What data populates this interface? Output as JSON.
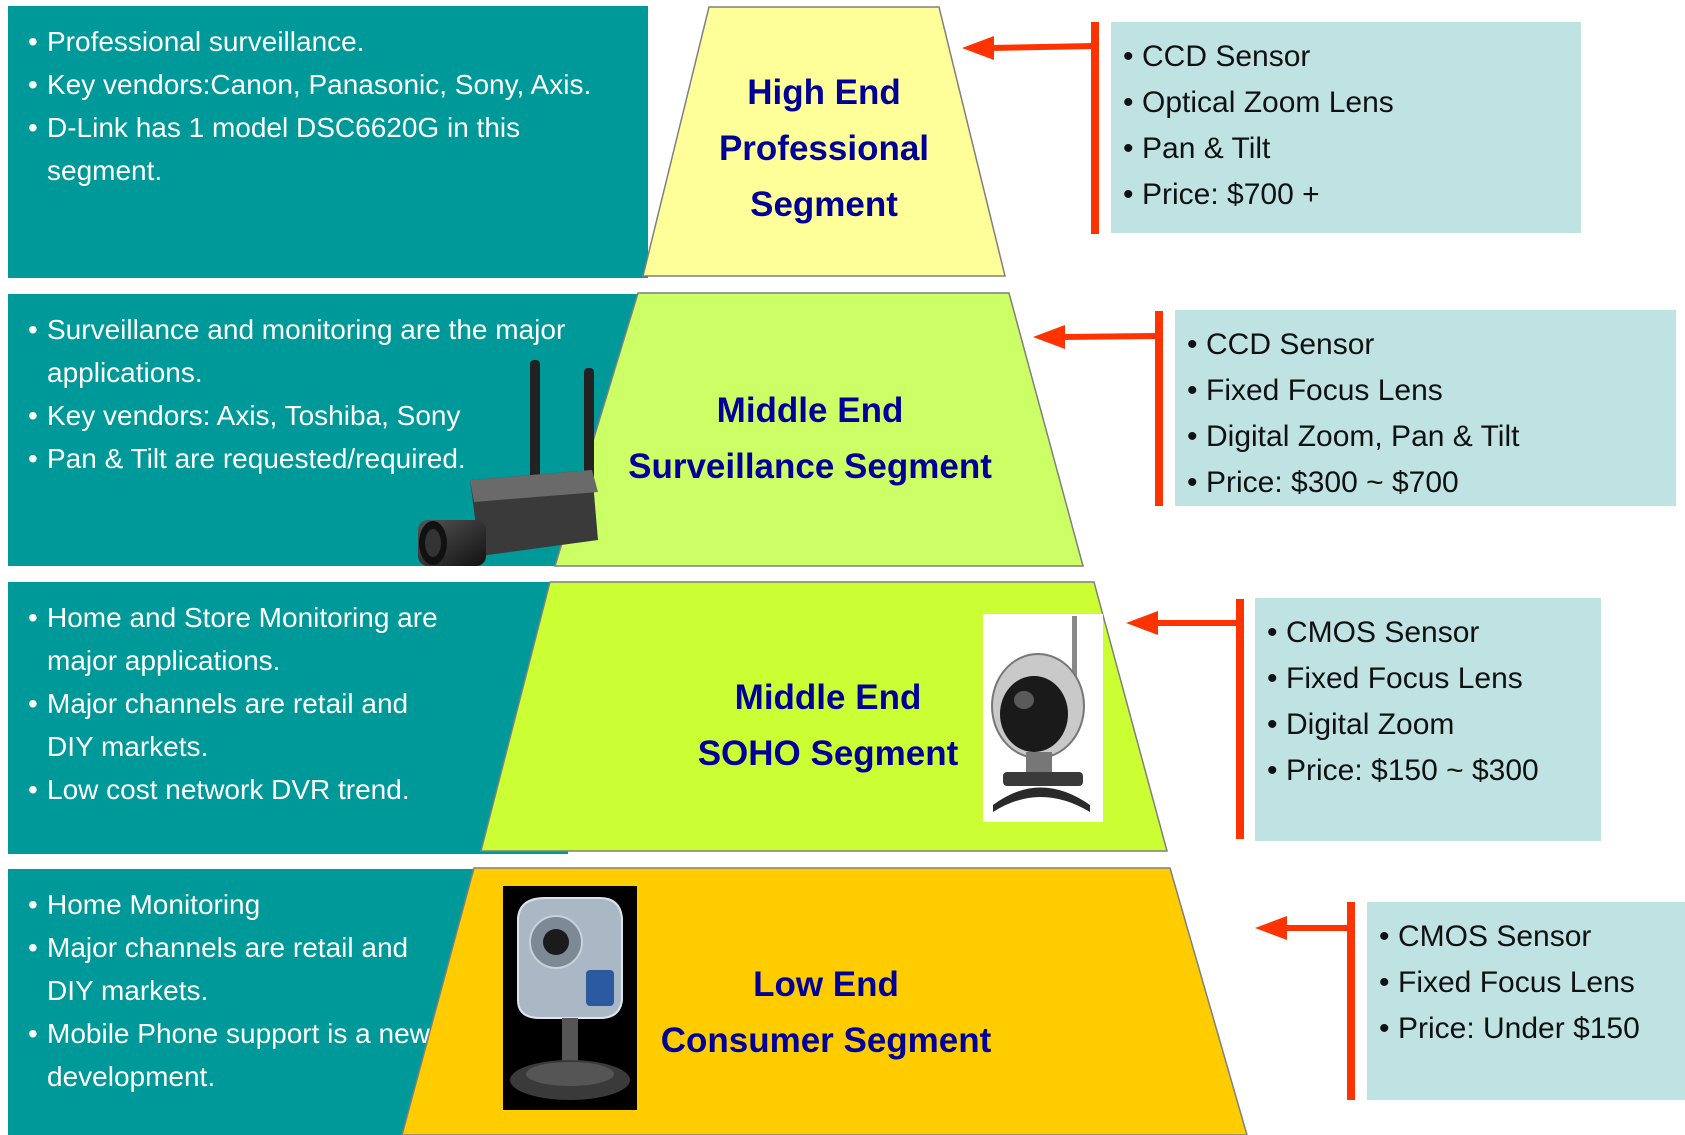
{
  "colors": {
    "left_panel": "#009999",
    "right_panel": "#bfe3e3",
    "title_text": "#000099",
    "arrow": "#ff3300",
    "tier_high": "#ffff99",
    "tier_surveillance": "#ccff66",
    "tier_soho": "#ccff33",
    "tier_low": "#ffcc00"
  },
  "tiers": [
    {
      "title_lines": [
        "High End",
        "Professional",
        "Segment"
      ],
      "left_notes": [
        "Professional surveillance.",
        "Key vendors:Canon, Panasonic, Sony, Axis.",
        "D-Link has 1 model DSC6620G in this segment."
      ],
      "right_features": [
        "CCD Sensor",
        "Optical Zoom Lens",
        "Pan & Tilt",
        "Price: $700 +"
      ]
    },
    {
      "title_lines": [
        "Middle End",
        "Surveillance Segment"
      ],
      "left_notes": [
        "Surveillance and monitoring are the major applications.",
        "Key vendors: Axis, Toshiba, Sony",
        "Pan & Tilt are requested/required."
      ],
      "right_features": [
        "CCD Sensor",
        "Fixed Focus Lens",
        "Digital Zoom, Pan & Tilt",
        "Price: $300 ~ $700"
      ],
      "photo": "wireless-box-camera"
    },
    {
      "title_lines": [
        "Middle End",
        "SOHO Segment"
      ],
      "left_notes": [
        "Home and Store Monitoring are major applications.",
        "Major channels are retail and DIY markets.",
        "Low cost network DVR trend."
      ],
      "right_features": [
        "CMOS Sensor",
        "Fixed Focus Lens",
        "Digital Zoom",
        "Price: $150 ~ $300"
      ],
      "photo": "dome-webcam-on-stand"
    },
    {
      "title_lines": [
        "Low End",
        "Consumer Segment"
      ],
      "left_notes": [
        "Home Monitoring",
        "Major channels are retail and DIY markets.",
        "Mobile Phone support is a new development."
      ],
      "right_features": [
        "CMOS Sensor",
        "Fixed Focus Lens",
        "Price: Under $150"
      ],
      "photo": "desktop-webcam"
    }
  ]
}
